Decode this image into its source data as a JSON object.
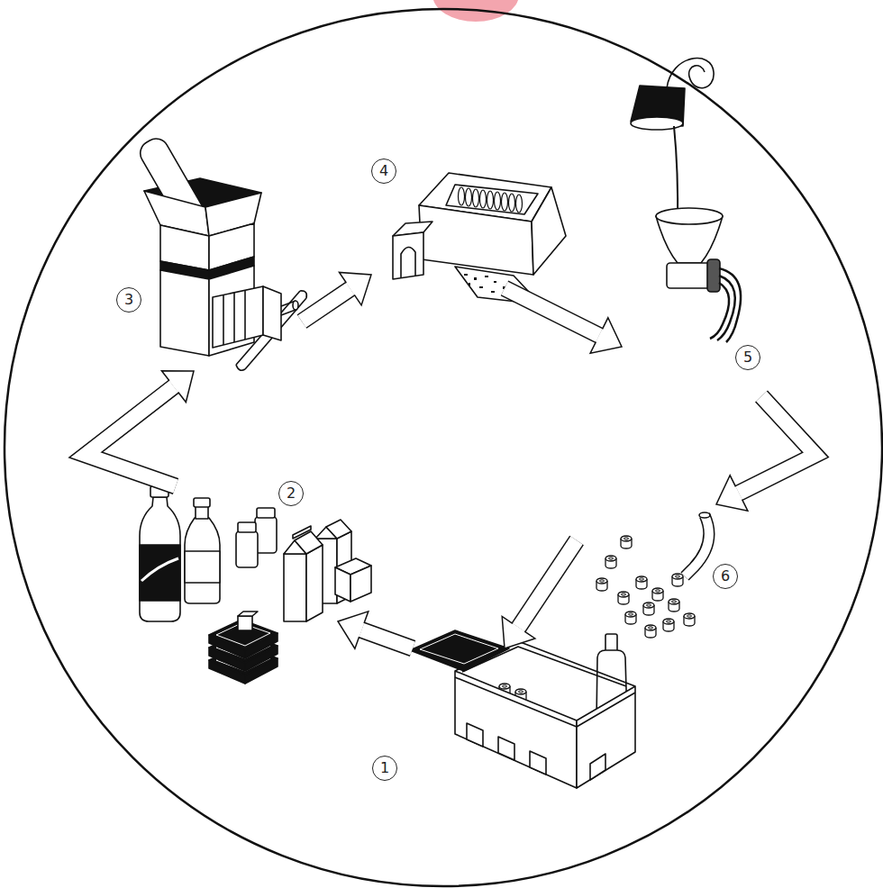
{
  "diagram": {
    "nodes": [
      {
        "text": [
          "1"
        ]
      },
      {
        "text": [
          "2"
        ]
      },
      {
        "text": [
          "3"
        ]
      },
      {
        "text": [
          "4"
        ]
      },
      {
        "text": [
          "5"
        ]
      },
      {
        "text": [
          "6"
        ]
      }
    ],
    "edges": [
      {
        "from": 0,
        "to": 1,
        "arrow": "to"
      },
      {
        "from": 1,
        "to": 2,
        "arrow": "to"
      },
      {
        "from": 2,
        "to": 3,
        "arrow": "to"
      },
      {
        "from": 3,
        "to": 4,
        "arrow": "to"
      },
      {
        "from": 4,
        "to": 5,
        "arrow": "to"
      },
      {
        "from": 5,
        "to": 0,
        "arrow": "to"
      }
    ]
  }
}
